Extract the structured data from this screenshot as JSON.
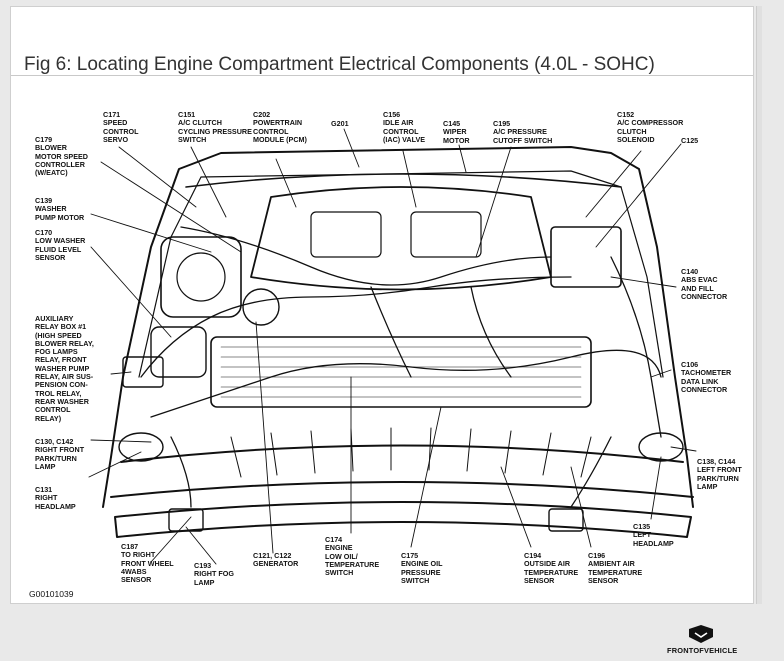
{
  "title": "Fig 6: Locating Engine Compartment Electrical Components (4.0L - SOHC)",
  "figure_id": "G00101039",
  "front_of_vehicle": "FRONTOFVEHICLE",
  "labels": [
    {
      "id": "c171",
      "text": "C171\nSPEED\nCONTROL\nSERVO"
    },
    {
      "id": "c151",
      "text": "C151\nA/C CLUTCH\nCYCLING PRESSURE\nSWITCH"
    },
    {
      "id": "c202",
      "text": "C202\nPOWERTRAIN\nCONTROL\nMODULE (PCM)"
    },
    {
      "id": "g201",
      "text": "G201"
    },
    {
      "id": "c156",
      "text": "C156\nIDLE AIR\nCONTROL\n(IAC) VALVE"
    },
    {
      "id": "c145",
      "text": "C145\nWIPER\nMOTOR"
    },
    {
      "id": "c195",
      "text": "C195\nA/C PRESSURE\nCUTOFF SWITCH"
    },
    {
      "id": "c152",
      "text": "C152\nA/C COMPRESSOR\nCLUTCH\nSOLENOID"
    },
    {
      "id": "c125",
      "text": "C125"
    },
    {
      "id": "c179",
      "text": "C179\nBLOWER\nMOTOR SPEED\nCONTROLLER\n(W/EATC)"
    },
    {
      "id": "c139",
      "text": "C139\nWASHER\nPUMP MOTOR"
    },
    {
      "id": "c170",
      "text": "C170\nLOW WASHER\nFLUID LEVEL\nSENSOR"
    },
    {
      "id": "c140",
      "text": "C140\nABS EVAC\nAND FILL\nCONNECTOR"
    },
    {
      "id": "relay",
      "text": "AUXILIARY\nRELAY BOX #1\n(HIGH SPEED\nBLOWER RELAY,\nFOG LAMPS\nRELAY, FRONT\nWASHER PUMP\nRELAY, AIR SUS-\nPENSION CON-\nTROL RELAY,\nREAR WASHER\nCONTROL\nRELAY)"
    },
    {
      "id": "c106",
      "text": "C106\nTACHOMETER\nDATA LINK\nCONNECTOR"
    },
    {
      "id": "c130",
      "text": "C130, C142\nRIGHT FRONT\nPARK/TURN\nLAMP"
    },
    {
      "id": "c138",
      "text": "C138, C144\nLEFT FRONT\nPARK/TURN\nLAMP"
    },
    {
      "id": "c131",
      "text": "C131\nRIGHT\nHEADLAMP"
    },
    {
      "id": "c135",
      "text": "C135\nLEFT\nHEADLAMP"
    },
    {
      "id": "c187",
      "text": "C187\nTO RIGHT\nFRONT WHEEL\n4WABS\nSENSOR"
    },
    {
      "id": "c193",
      "text": "C193\nRIGHT FOG\nLAMP"
    },
    {
      "id": "c121",
      "text": "C121, C122\nGENERATOR"
    },
    {
      "id": "c174",
      "text": "C174\nENGINE\nLOW OIL/\nTEMPERATURE\nSWITCH"
    },
    {
      "id": "c175",
      "text": "C175\nENGINE OIL\nPRESSURE\nSWITCH"
    },
    {
      "id": "c194",
      "text": "C194\nOUTSIDE AIR\nTEMPERATURE\nSENSOR"
    },
    {
      "id": "c196",
      "text": "C196\nAMBIENT AIR\nTEMPERATURE\nSENSOR"
    }
  ]
}
